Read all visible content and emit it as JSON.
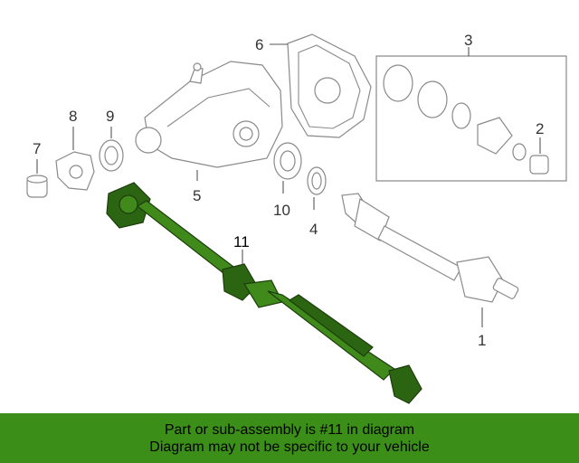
{
  "banner": {
    "line1": "Part or sub-assembly is #11 in diagram",
    "line2": "Diagram may not be specific to your vehicle"
  },
  "callouts": {
    "c1": "1",
    "c2": "2",
    "c3": "3",
    "c4": "4",
    "c5": "5",
    "c6": "6",
    "c7": "7",
    "c8": "8",
    "c9": "9",
    "c10": "10",
    "c11": "11"
  },
  "colors": {
    "highlight": "#3f8a1a",
    "banner": "#3b8f18",
    "outline": "#8a8a8a"
  }
}
